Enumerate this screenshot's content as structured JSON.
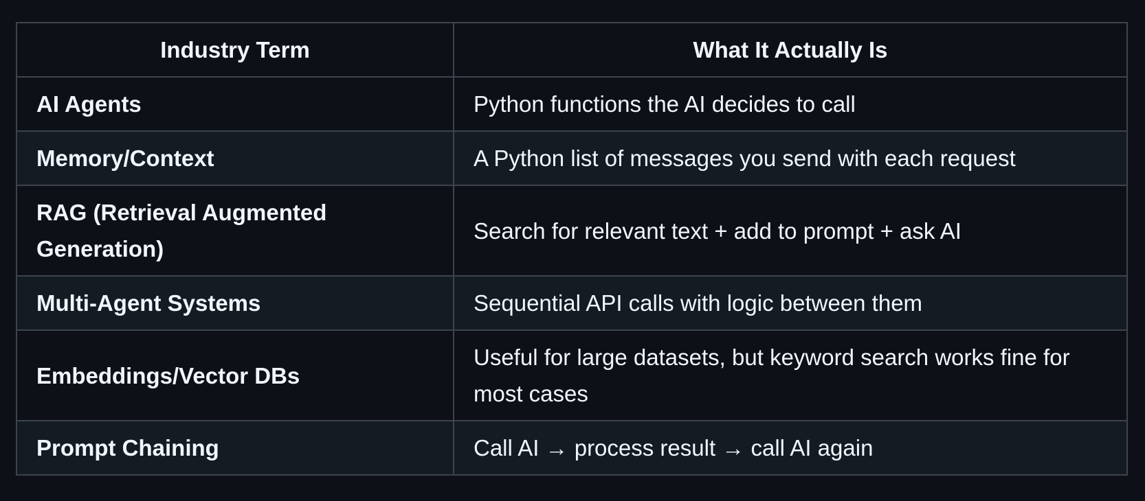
{
  "table": {
    "headers": [
      "Industry Term",
      "What It Actually Is"
    ],
    "rows": [
      {
        "term": "AI Agents",
        "description": "Python functions the AI decides to call"
      },
      {
        "term": "Memory/Context",
        "description": "A Python list of messages you send with each request"
      },
      {
        "term": "RAG (Retrieval Augmented Generation)",
        "description": "Search for relevant text + add to prompt + ask AI"
      },
      {
        "term": "Multi-Agent Systems",
        "description": "Sequential API calls with logic between them"
      },
      {
        "term": "Embeddings/Vector DBs",
        "description": "Useful for large datasets, but keyword search works fine for most cases"
      },
      {
        "term": "Prompt Chaining",
        "description": "Call AI → process result → call AI again"
      }
    ]
  },
  "colors": {
    "background": "#0d1117",
    "row_alt": "#151b23",
    "border": "#3d444d",
    "text": "#f0f6fc"
  }
}
